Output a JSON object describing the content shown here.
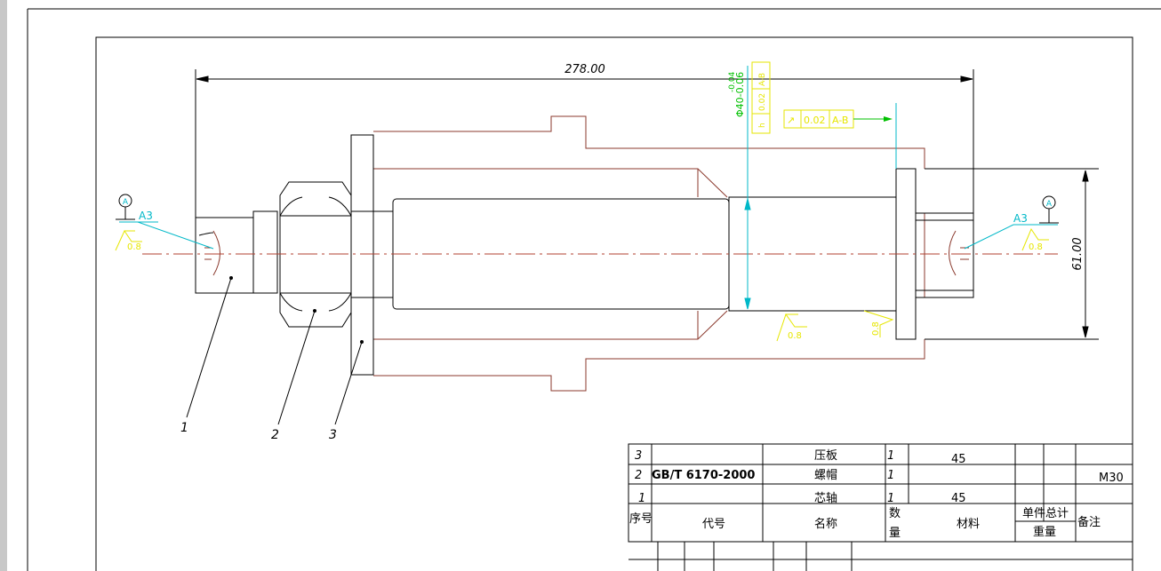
{
  "drawing": {
    "overall_length": "278.00",
    "diameter_dim": "61.00",
    "datum_label": "A",
    "center_hole_left": "A3",
    "center_hole_right": "A3",
    "roughness_left": "0.8",
    "roughness_right": "0.8",
    "roughness_bottom": "0.8",
    "roughness_face": "0.8",
    "diameter_tolerance": "Φ40-0.06",
    "diameter_tolerance_upper": "-0.04",
    "fcf_vertical": [
      "h",
      "0.02",
      "A-B"
    ],
    "runout_symbol": "↗",
    "runout_value": "0.02",
    "runout_datum": "A-B",
    "balloons": [
      "1",
      "2",
      "3"
    ]
  },
  "bom": {
    "rows": [
      {
        "no": "3",
        "code": "",
        "name": "压板",
        "qty": "1",
        "material": "45",
        "note": ""
      },
      {
        "no": "2",
        "code": "GB/T 6170-2000",
        "name": "螺帽",
        "qty": "1",
        "material": "",
        "note": "M30"
      },
      {
        "no": "1",
        "code": "",
        "name": "芯轴",
        "qty": "1",
        "material": "45",
        "note": ""
      }
    ],
    "header": {
      "no": "序号",
      "code": "代号",
      "name": "名称",
      "qty_top": "数",
      "qty_bottom": "量",
      "material": "材料",
      "unit": "单件",
      "total": "总计",
      "weight": "重量",
      "note": "备注"
    }
  },
  "colors": {
    "outline": "#000000",
    "part": "#8b3a2e",
    "dimension": "#00b8c8",
    "tolerance": "#00c000",
    "annotation": "#e6e600",
    "centerline": "#b04030"
  }
}
